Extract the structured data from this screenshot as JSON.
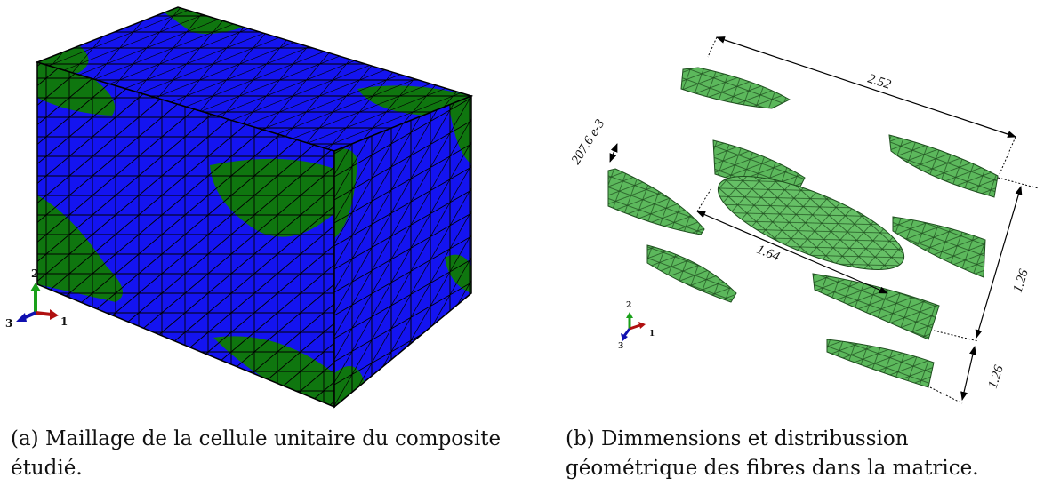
{
  "panel_a": {
    "caption": "(a) Maillage de la cellule unitaire du composite étudié.",
    "triad": {
      "x": "1",
      "y": "2",
      "z": "3"
    },
    "colors": {
      "matrix": "#1414f0",
      "fiber": "#0f760f",
      "mesh": "#000000"
    }
  },
  "panel_b": {
    "caption": "(b) Dimmensions et distribussion géométrique des fibres dans la matrice.",
    "triad": {
      "x": "1",
      "y": "2",
      "z": "3"
    },
    "dimensions": {
      "length": "2.52",
      "thickness": "207.6 e-3",
      "fiber_length": "1.64",
      "height": "1.26",
      "depth": "1.26"
    },
    "colors": {
      "fiber": "#5cb85c",
      "fiber_edge": "#1f4f1f"
    }
  }
}
